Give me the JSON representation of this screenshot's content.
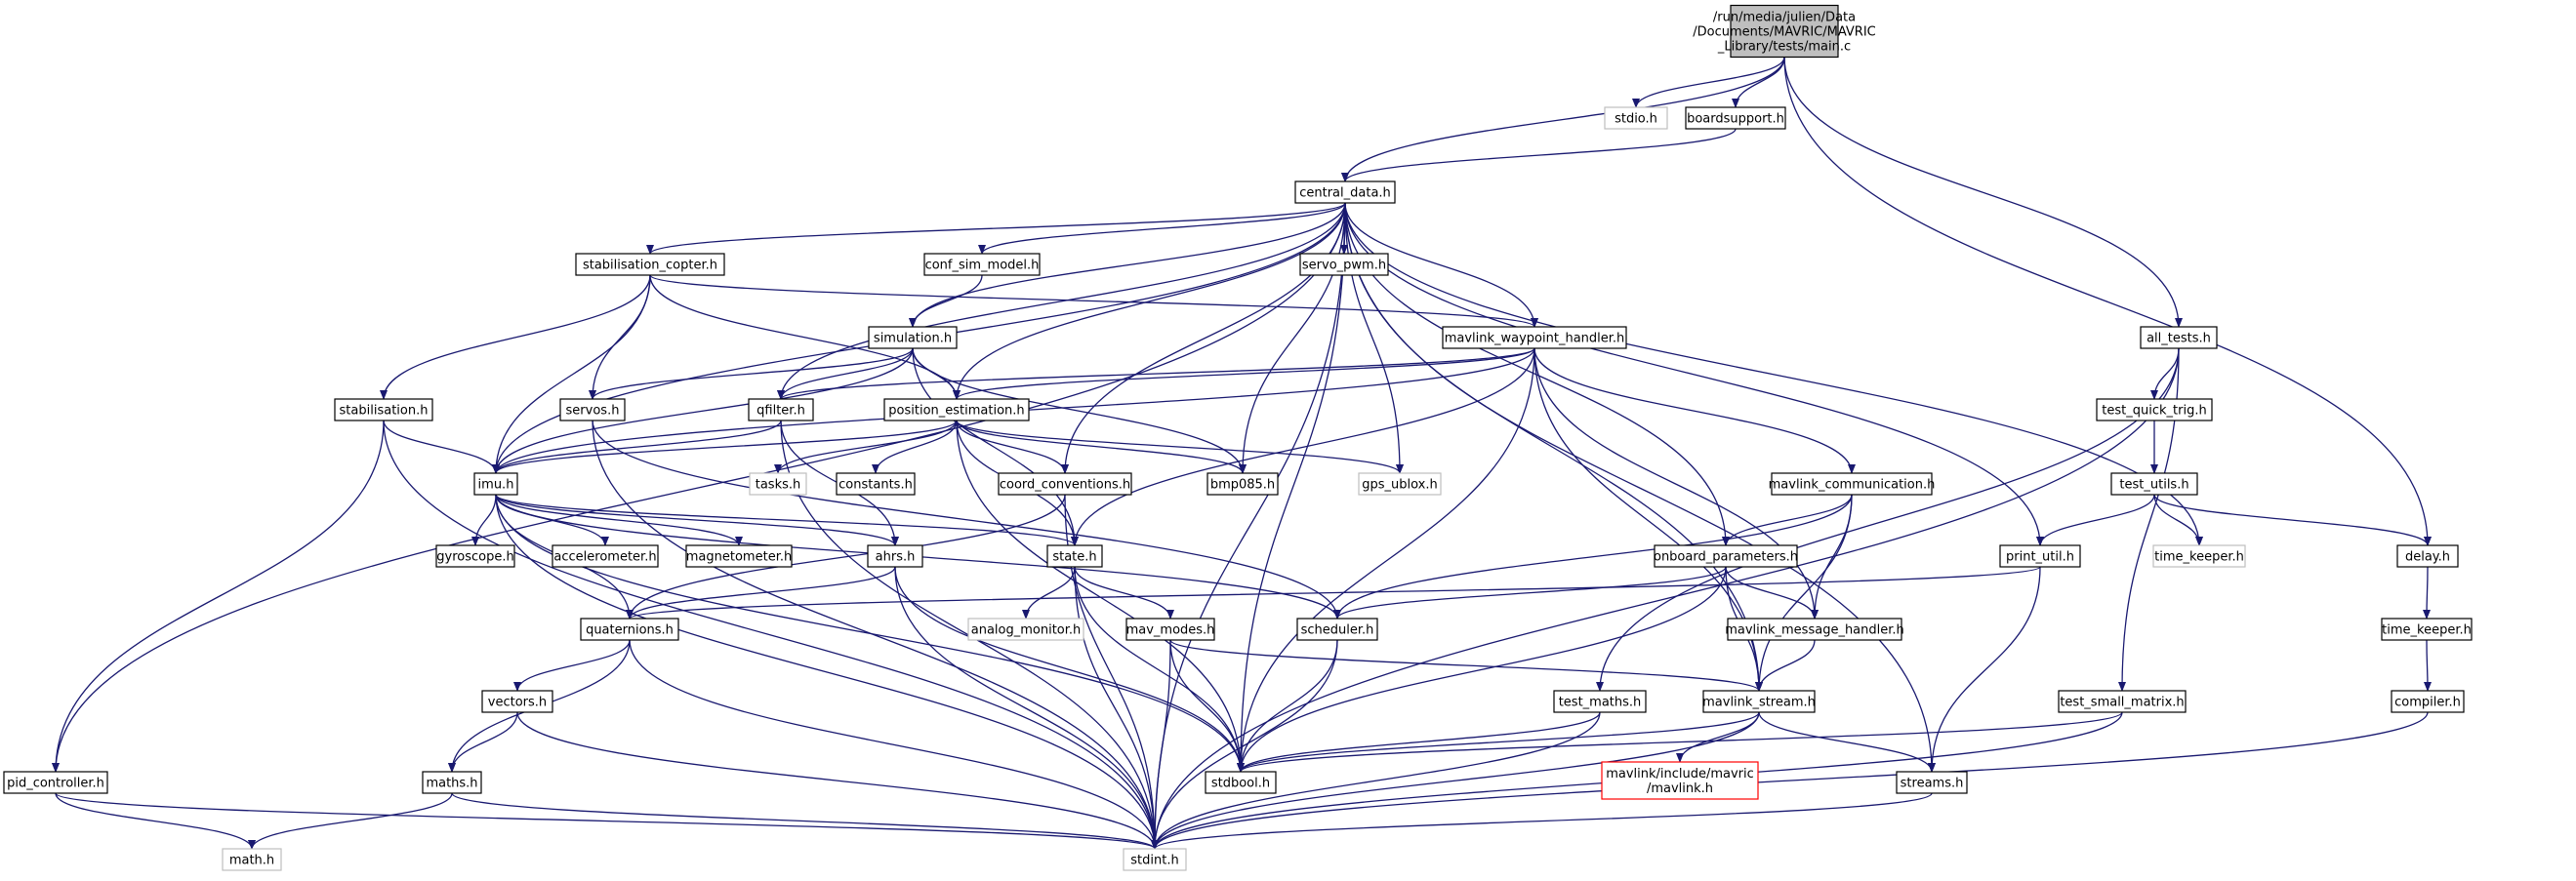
{
  "graph": {
    "colors": {
      "edge": "#191970",
      "node_border": "#000000",
      "root_fill": "#bfbfbf",
      "external_border": "#bfbfbf",
      "missing_border": "#ff0000"
    },
    "nodes": [
      {
        "id": "main",
        "kind": "root",
        "lines": [
          "/run/media/julien/Data",
          "/Documents/MAVRIC/MAVRIC",
          "_Library/tests/main.c"
        ]
      },
      {
        "id": "stdio",
        "kind": "external",
        "lines": [
          "stdio.h"
        ]
      },
      {
        "id": "boardsupport",
        "kind": "normal",
        "lines": [
          "boardsupport.h"
        ]
      },
      {
        "id": "central_data",
        "kind": "normal",
        "lines": [
          "central_data.h"
        ]
      },
      {
        "id": "stabilisation_copter",
        "kind": "normal",
        "lines": [
          "stabilisation_copter.h"
        ]
      },
      {
        "id": "conf_sim_model",
        "kind": "normal",
        "lines": [
          "conf_sim_model.h"
        ]
      },
      {
        "id": "servo_pwm",
        "kind": "normal",
        "lines": [
          "servo_pwm.h"
        ]
      },
      {
        "id": "mavlink_waypoint_handler",
        "kind": "normal",
        "lines": [
          "mavlink_waypoint_handler.h"
        ]
      },
      {
        "id": "all_tests",
        "kind": "normal",
        "lines": [
          "all_tests.h"
        ]
      },
      {
        "id": "simulation",
        "kind": "normal",
        "lines": [
          "simulation.h"
        ]
      },
      {
        "id": "stabilisation",
        "kind": "normal",
        "lines": [
          "stabilisation.h"
        ]
      },
      {
        "id": "servos",
        "kind": "normal",
        "lines": [
          "servos.h"
        ]
      },
      {
        "id": "qfilter",
        "kind": "normal",
        "lines": [
          "qfilter.h"
        ]
      },
      {
        "id": "position_estimation",
        "kind": "normal",
        "lines": [
          "position_estimation.h"
        ]
      },
      {
        "id": "test_quick_trig",
        "kind": "normal",
        "lines": [
          "test_quick_trig.h"
        ]
      },
      {
        "id": "imu",
        "kind": "normal",
        "lines": [
          "imu.h"
        ]
      },
      {
        "id": "tasks",
        "kind": "external",
        "lines": [
          "tasks.h"
        ]
      },
      {
        "id": "constants",
        "kind": "normal",
        "lines": [
          "constants.h"
        ]
      },
      {
        "id": "coord_conventions",
        "kind": "normal",
        "lines": [
          "coord_conventions.h"
        ]
      },
      {
        "id": "bmp085",
        "kind": "normal",
        "lines": [
          "bmp085.h"
        ]
      },
      {
        "id": "gps_ublox",
        "kind": "external",
        "lines": [
          "gps_ublox.h"
        ]
      },
      {
        "id": "mavlink_communication",
        "kind": "normal",
        "lines": [
          "mavlink_communication.h"
        ]
      },
      {
        "id": "test_utils",
        "kind": "normal",
        "lines": [
          "test_utils.h"
        ]
      },
      {
        "id": "gyroscope",
        "kind": "normal",
        "lines": [
          "gyroscope.h"
        ]
      },
      {
        "id": "accelerometer",
        "kind": "normal",
        "lines": [
          "accelerometer.h"
        ]
      },
      {
        "id": "magnetometer",
        "kind": "normal",
        "lines": [
          "magnetometer.h"
        ]
      },
      {
        "id": "ahrs",
        "kind": "normal",
        "lines": [
          "ahrs.h"
        ]
      },
      {
        "id": "state",
        "kind": "normal",
        "lines": [
          "state.h"
        ]
      },
      {
        "id": "onboard_parameters",
        "kind": "normal",
        "lines": [
          "onboard_parameters.h"
        ]
      },
      {
        "id": "print_util",
        "kind": "normal",
        "lines": [
          "print_util.h"
        ]
      },
      {
        "id": "time_keeper_ext",
        "kind": "external",
        "lines": [
          "time_keeper.h"
        ]
      },
      {
        "id": "delay",
        "kind": "normal",
        "lines": [
          "delay.h"
        ]
      },
      {
        "id": "quaternions",
        "kind": "normal",
        "lines": [
          "quaternions.h"
        ]
      },
      {
        "id": "analog_monitor",
        "kind": "external",
        "lines": [
          "analog_monitor.h"
        ]
      },
      {
        "id": "mav_modes",
        "kind": "normal",
        "lines": [
          "mav_modes.h"
        ]
      },
      {
        "id": "scheduler",
        "kind": "normal",
        "lines": [
          "scheduler.h"
        ]
      },
      {
        "id": "mavlink_message_handler",
        "kind": "normal",
        "lines": [
          "mavlink_message_handler.h"
        ]
      },
      {
        "id": "time_keeper",
        "kind": "normal",
        "lines": [
          "time_keeper.h"
        ]
      },
      {
        "id": "vectors",
        "kind": "normal",
        "lines": [
          "vectors.h"
        ]
      },
      {
        "id": "test_maths",
        "kind": "normal",
        "lines": [
          "test_maths.h"
        ]
      },
      {
        "id": "mavlink_stream",
        "kind": "normal",
        "lines": [
          "mavlink_stream.h"
        ]
      },
      {
        "id": "test_small_matrix",
        "kind": "normal",
        "lines": [
          "test_small_matrix.h"
        ]
      },
      {
        "id": "compiler",
        "kind": "normal",
        "lines": [
          "compiler.h"
        ]
      },
      {
        "id": "pid_controller",
        "kind": "normal",
        "lines": [
          "pid_controller.h"
        ]
      },
      {
        "id": "maths",
        "kind": "normal",
        "lines": [
          "maths.h"
        ]
      },
      {
        "id": "stdbool",
        "kind": "normal",
        "lines": [
          "stdbool.h"
        ]
      },
      {
        "id": "mavlink_h",
        "kind": "missing",
        "lines": [
          "mavlink/include/mavric",
          "/mavlink.h"
        ]
      },
      {
        "id": "streams",
        "kind": "normal",
        "lines": [
          "streams.h"
        ]
      },
      {
        "id": "math",
        "kind": "external",
        "lines": [
          "math.h"
        ]
      },
      {
        "id": "stdint",
        "kind": "external",
        "lines": [
          "stdint.h"
        ]
      }
    ],
    "edges": [
      [
        "main",
        "stdio"
      ],
      [
        "main",
        "boardsupport"
      ],
      [
        "main",
        "central_data"
      ],
      [
        "main",
        "all_tests"
      ],
      [
        "main",
        "delay"
      ],
      [
        "boardsupport",
        "central_data"
      ],
      [
        "central_data",
        "stabilisation_copter"
      ],
      [
        "central_data",
        "conf_sim_model"
      ],
      [
        "central_data",
        "servo_pwm"
      ],
      [
        "central_data",
        "mavlink_waypoint_handler"
      ],
      [
        "central_data",
        "simulation"
      ],
      [
        "central_data",
        "qfilter"
      ],
      [
        "central_data",
        "position_estimation"
      ],
      [
        "central_data",
        "imu"
      ],
      [
        "central_data",
        "coord_conventions"
      ],
      [
        "central_data",
        "bmp085"
      ],
      [
        "central_data",
        "gps_ublox"
      ],
      [
        "central_data",
        "onboard_parameters"
      ],
      [
        "central_data",
        "print_util"
      ],
      [
        "central_data",
        "time_keeper_ext"
      ],
      [
        "central_data",
        "mavlink_stream"
      ],
      [
        "central_data",
        "streams"
      ],
      [
        "central_data",
        "pid_controller"
      ],
      [
        "central_data",
        "stdbool"
      ],
      [
        "central_data",
        "stdint"
      ],
      [
        "stabilisation_copter",
        "stabilisation"
      ],
      [
        "stabilisation_copter",
        "servos"
      ],
      [
        "stabilisation_copter",
        "imu"
      ],
      [
        "stabilisation_copter",
        "position_estimation"
      ],
      [
        "stabilisation_copter",
        "mavlink_waypoint_handler"
      ],
      [
        "conf_sim_model",
        "simulation"
      ],
      [
        "simulation",
        "servos"
      ],
      [
        "simulation",
        "qfilter"
      ],
      [
        "simulation",
        "position_estimation"
      ],
      [
        "simulation",
        "imu"
      ],
      [
        "simulation",
        "bmp085"
      ],
      [
        "simulation",
        "state"
      ],
      [
        "mavlink_waypoint_handler",
        "qfilter"
      ],
      [
        "mavlink_waypoint_handler",
        "position_estimation"
      ],
      [
        "mavlink_waypoint_handler",
        "imu"
      ],
      [
        "mavlink_waypoint_handler",
        "mavlink_communication"
      ],
      [
        "mavlink_waypoint_handler",
        "state"
      ],
      [
        "mavlink_waypoint_handler",
        "mavlink_message_handler"
      ],
      [
        "mavlink_waypoint_handler",
        "mavlink_stream"
      ],
      [
        "mavlink_waypoint_handler",
        "stdbool"
      ],
      [
        "all_tests",
        "test_quick_trig"
      ],
      [
        "all_tests",
        "test_maths"
      ],
      [
        "all_tests",
        "test_small_matrix"
      ],
      [
        "all_tests",
        "stdint"
      ],
      [
        "stabilisation",
        "imu"
      ],
      [
        "stabilisation",
        "pid_controller"
      ],
      [
        "stabilisation",
        "stdint"
      ],
      [
        "servos",
        "stdint"
      ],
      [
        "servos",
        "scheduler"
      ],
      [
        "qfilter",
        "imu"
      ],
      [
        "qfilter",
        "ahrs"
      ],
      [
        "qfilter",
        "stdint"
      ],
      [
        "position_estimation",
        "imu"
      ],
      [
        "position_estimation",
        "tasks"
      ],
      [
        "position_estimation",
        "constants"
      ],
      [
        "position_estimation",
        "coord_conventions"
      ],
      [
        "position_estimation",
        "bmp085"
      ],
      [
        "position_estimation",
        "gps_ublox"
      ],
      [
        "position_estimation",
        "state"
      ],
      [
        "position_estimation",
        "stdbool"
      ],
      [
        "test_quick_trig",
        "test_utils"
      ],
      [
        "imu",
        "gyroscope"
      ],
      [
        "imu",
        "accelerometer"
      ],
      [
        "imu",
        "magnetometer"
      ],
      [
        "imu",
        "ahrs"
      ],
      [
        "imu",
        "state"
      ],
      [
        "imu",
        "scheduler"
      ],
      [
        "imu",
        "quaternions"
      ],
      [
        "imu",
        "stdbool"
      ],
      [
        "imu",
        "stdint"
      ],
      [
        "coord_conventions",
        "quaternions"
      ],
      [
        "coord_conventions",
        "stdint"
      ],
      [
        "mavlink_communication",
        "scheduler"
      ],
      [
        "mavlink_communication",
        "onboard_parameters"
      ],
      [
        "mavlink_communication",
        "mavlink_message_handler"
      ],
      [
        "mavlink_communication",
        "mavlink_stream"
      ],
      [
        "test_utils",
        "print_util"
      ],
      [
        "test_utils",
        "time_keeper_ext"
      ],
      [
        "test_utils",
        "delay"
      ],
      [
        "ahrs",
        "quaternions"
      ],
      [
        "ahrs",
        "stdbool"
      ],
      [
        "ahrs",
        "stdint"
      ],
      [
        "state",
        "analog_monitor"
      ],
      [
        "state",
        "mav_modes"
      ],
      [
        "state",
        "stdbool"
      ],
      [
        "state",
        "stdint"
      ],
      [
        "onboard_parameters",
        "scheduler"
      ],
      [
        "onboard_parameters",
        "mavlink_message_handler"
      ],
      [
        "onboard_parameters",
        "mavlink_stream"
      ],
      [
        "onboard_parameters",
        "stdbool"
      ],
      [
        "print_util",
        "quaternions"
      ],
      [
        "print_util",
        "streams"
      ],
      [
        "delay",
        "time_keeper"
      ],
      [
        "quaternions",
        "vectors"
      ],
      [
        "quaternions",
        "maths"
      ],
      [
        "quaternions",
        "stdint"
      ],
      [
        "mav_modes",
        "mavlink_stream"
      ],
      [
        "mav_modes",
        "stdbool"
      ],
      [
        "mav_modes",
        "stdint"
      ],
      [
        "scheduler",
        "stdbool"
      ],
      [
        "scheduler",
        "stdint"
      ],
      [
        "mavlink_message_handler",
        "mavlink_stream"
      ],
      [
        "time_keeper",
        "compiler"
      ],
      [
        "vectors",
        "maths"
      ],
      [
        "vectors",
        "stdint"
      ],
      [
        "test_maths",
        "stdbool"
      ],
      [
        "test_maths",
        "stdint"
      ],
      [
        "mavlink_stream",
        "mavlink_h"
      ],
      [
        "mavlink_stream",
        "streams"
      ],
      [
        "mavlink_stream",
        "stdbool"
      ],
      [
        "mavlink_stream",
        "stdint"
      ],
      [
        "test_small_matrix",
        "stdbool"
      ],
      [
        "test_small_matrix",
        "stdint"
      ],
      [
        "compiler",
        "stdint"
      ],
      [
        "pid_controller",
        "math"
      ],
      [
        "pid_controller",
        "stdint"
      ],
      [
        "maths",
        "math"
      ],
      [
        "maths",
        "stdint"
      ],
      [
        "streams",
        "stdint"
      ]
    ]
  }
}
